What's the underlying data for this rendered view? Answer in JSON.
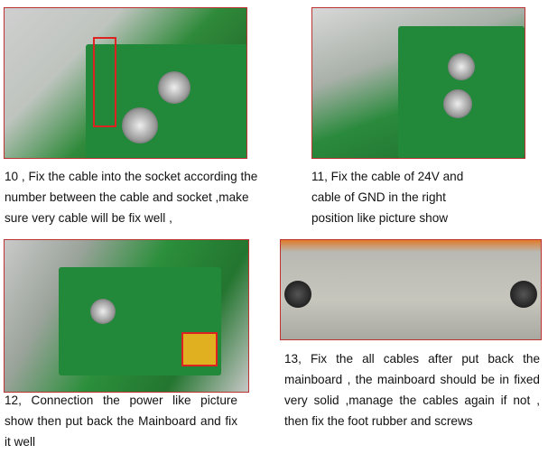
{
  "steps": [
    {
      "id": "10",
      "text": "10 , Fix the cable into the socket according the number between the cable and socket ,make sure very cable will be fix well ,"
    },
    {
      "id": "11",
      "text": "11, Fix the cable of 24V and cable of GND in the right position like picture show"
    },
    {
      "id": "12",
      "text": "12, Connection the power like picture show then put back the Mainboard and fix it well"
    },
    {
      "id": "13",
      "text": "13, Fix the all cables after put back the mainboard , the mainboard should be in fixed very solid ,manage the cables again if not , then fix the foot rubber and screws"
    }
  ],
  "colors": {
    "highlight": "#dd2222",
    "pcb": "#22883a",
    "border": "#b33333"
  }
}
